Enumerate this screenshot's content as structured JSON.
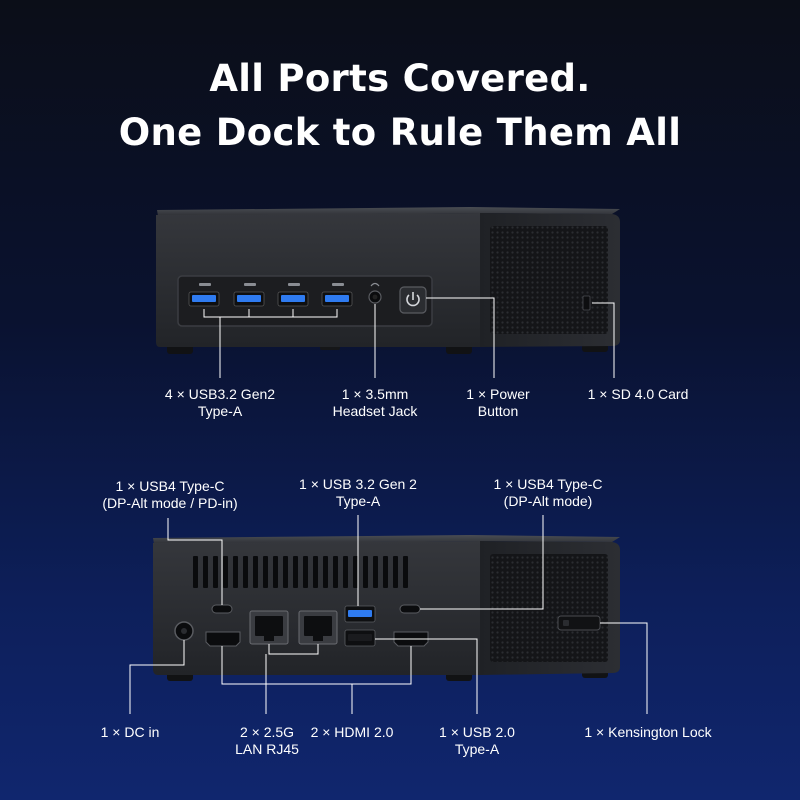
{
  "headline": {
    "line1": "All Ports Covered.",
    "line2": "One Dock to Rule Them All"
  },
  "front_labels": {
    "usb32": {
      "line1": "4 × USB3.2 Gen2",
      "line2": "Type-A"
    },
    "headset": {
      "line1": "1 × 3.5mm",
      "line2": "Headset Jack"
    },
    "power": {
      "line1": "1 × Power",
      "line2": "Button"
    },
    "sd": {
      "line1": "1 × SD 4.0 Card"
    }
  },
  "rear_top_labels": {
    "usb4_pd": {
      "line1": "1 × USB4 Type-C",
      "line2": "(DP-Alt mode / PD-in)"
    },
    "usb32_a": {
      "line1": "1 × USB 3.2 Gen 2",
      "line2": "Type-A"
    },
    "usb4_dp": {
      "line1": "1 × USB4 Type-C",
      "line2": "(DP-Alt mode)"
    }
  },
  "rear_bottom_labels": {
    "dc": {
      "line1": "1 × DC in"
    },
    "lan": {
      "line1": "2 × 2.5G",
      "line2": "LAN RJ45"
    },
    "hdmi": {
      "line1": "2 × HDMI 2.0"
    },
    "usb20": {
      "line1": "1 × USB 2.0",
      "line2": "Type-A"
    },
    "kensington": {
      "line1": "1 × Kensington Lock"
    }
  },
  "colors": {
    "usb3_port": "#2f7bf0",
    "chassis": "#2a2c31",
    "leader_line": "#ffffff"
  }
}
